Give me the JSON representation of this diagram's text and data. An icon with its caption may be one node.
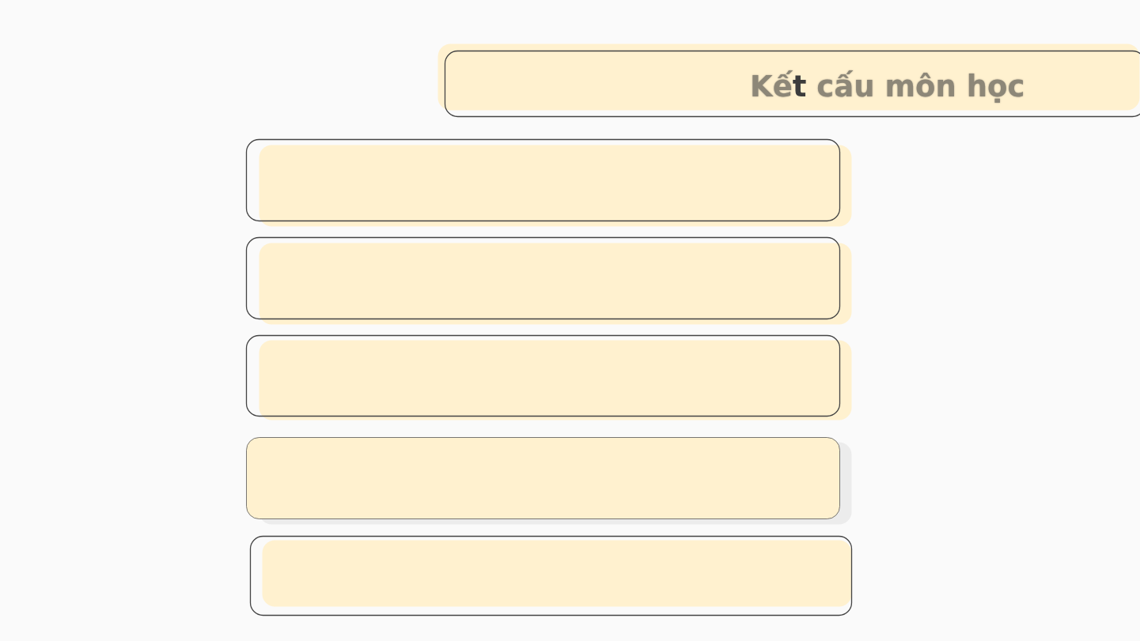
{
  "diagram": {
    "nodes": [
      {
        "text": [
          "Kế**t** cấu môn học"
        ]
      },
      {
        "text": [],
        "shape": "box"
      },
      {
        "text": [],
        "shape": "box"
      },
      {
        "text": [],
        "shape": "box"
      },
      {
        "text": [],
        "shape": "box"
      },
      {
        "text": [],
        "shape": "box"
      }
    ]
  }
}
